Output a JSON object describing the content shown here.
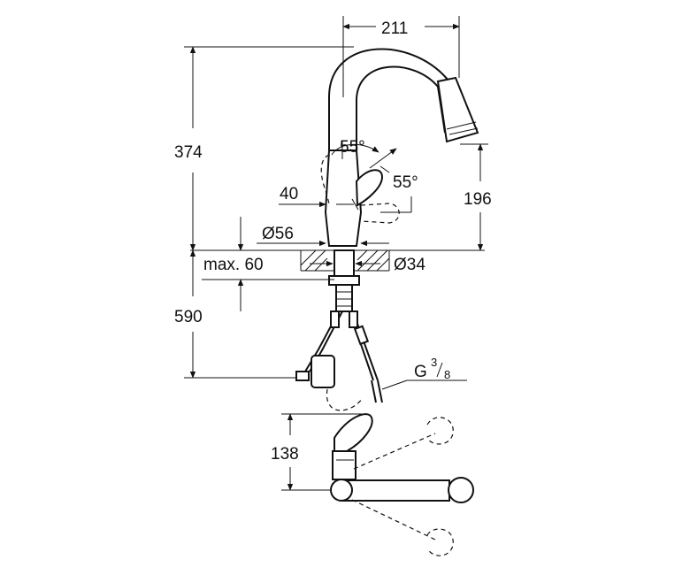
{
  "dimensions": {
    "spout_reach": "211",
    "total_height": "374",
    "spout_height": "196",
    "lever_angle_top": "55°",
    "lever_angle_side": "55°",
    "lever_offset": "40",
    "base_diameter": "Ø56",
    "hole_diameter": "Ø34",
    "max_deck_thickness": "max. 60",
    "hose_length": "590",
    "connection_thread_letter": "G",
    "connection_thread_num": "3",
    "connection_thread_den": "8",
    "top_view_depth": "138"
  },
  "colors": {
    "line": "#111111",
    "background": "#ffffff"
  }
}
